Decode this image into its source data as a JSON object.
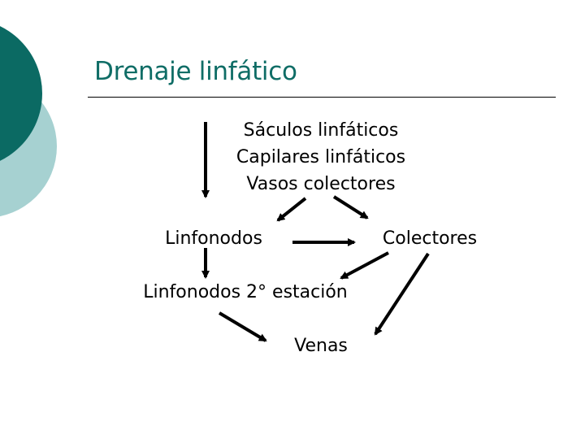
{
  "slide": {
    "title": "Drenaje linfático"
  },
  "diagram": {
    "nodes": {
      "saculos": "Sáculos linfáticos",
      "capilares": "Capilares linfáticos",
      "vasos": "Vasos colectores",
      "linfonodos": "Linfonodos",
      "colectores": "Colectores",
      "linfonodos2": "Linfonodos 2° estación",
      "venas": "Venas"
    },
    "edges": [
      {
        "from": "saculos",
        "to": "vasos"
      },
      {
        "from": "vasos",
        "to": "linfonodos"
      },
      {
        "from": "vasos",
        "to": "colectores"
      },
      {
        "from": "linfonodos",
        "to": "colectores"
      },
      {
        "from": "linfonodos",
        "to": "linfonodos2"
      },
      {
        "from": "colectores",
        "to": "linfonodos2"
      },
      {
        "from": "colectores",
        "to": "venas"
      },
      {
        "from": "linfonodos2",
        "to": "venas"
      }
    ]
  },
  "colors": {
    "title": "#0f6d66",
    "decor_dark": "#0b6a63",
    "decor_light": "#a6d1d1",
    "arrow": "#000000"
  }
}
